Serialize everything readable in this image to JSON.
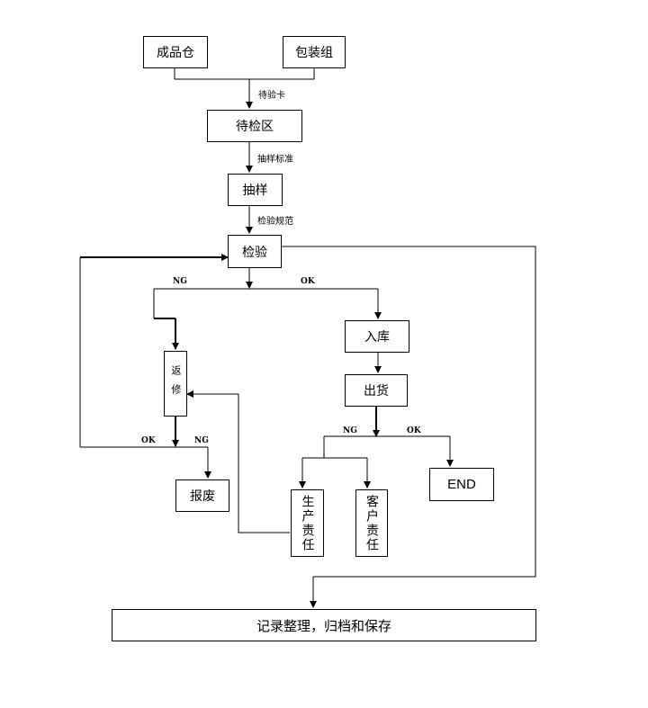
{
  "nodes": {
    "finished_goods_warehouse": "成品仓",
    "packing_team": "包装组",
    "awaiting_inspection_area": "待检区",
    "sampling": "抽样",
    "inspection": "检验",
    "warehousing": "入库",
    "shipment": "出货",
    "rework": "返修",
    "scrap": "报废",
    "production_responsibility": "生产责任",
    "customer_responsibility": "客户责任",
    "end": "END",
    "records": "记录整理，归档和保存"
  },
  "edge_labels": {
    "inspection_card": "待验卡",
    "sampling_standard": "抽样标准",
    "inspection_spec": "检验规范",
    "ng_1": "NG",
    "ok_1": "OK",
    "ok_2": "OK",
    "ng_2": "NG",
    "ng_3": "NG",
    "ok_3": "OK"
  },
  "colors": {
    "line": "#000000",
    "background": "#ffffff"
  }
}
